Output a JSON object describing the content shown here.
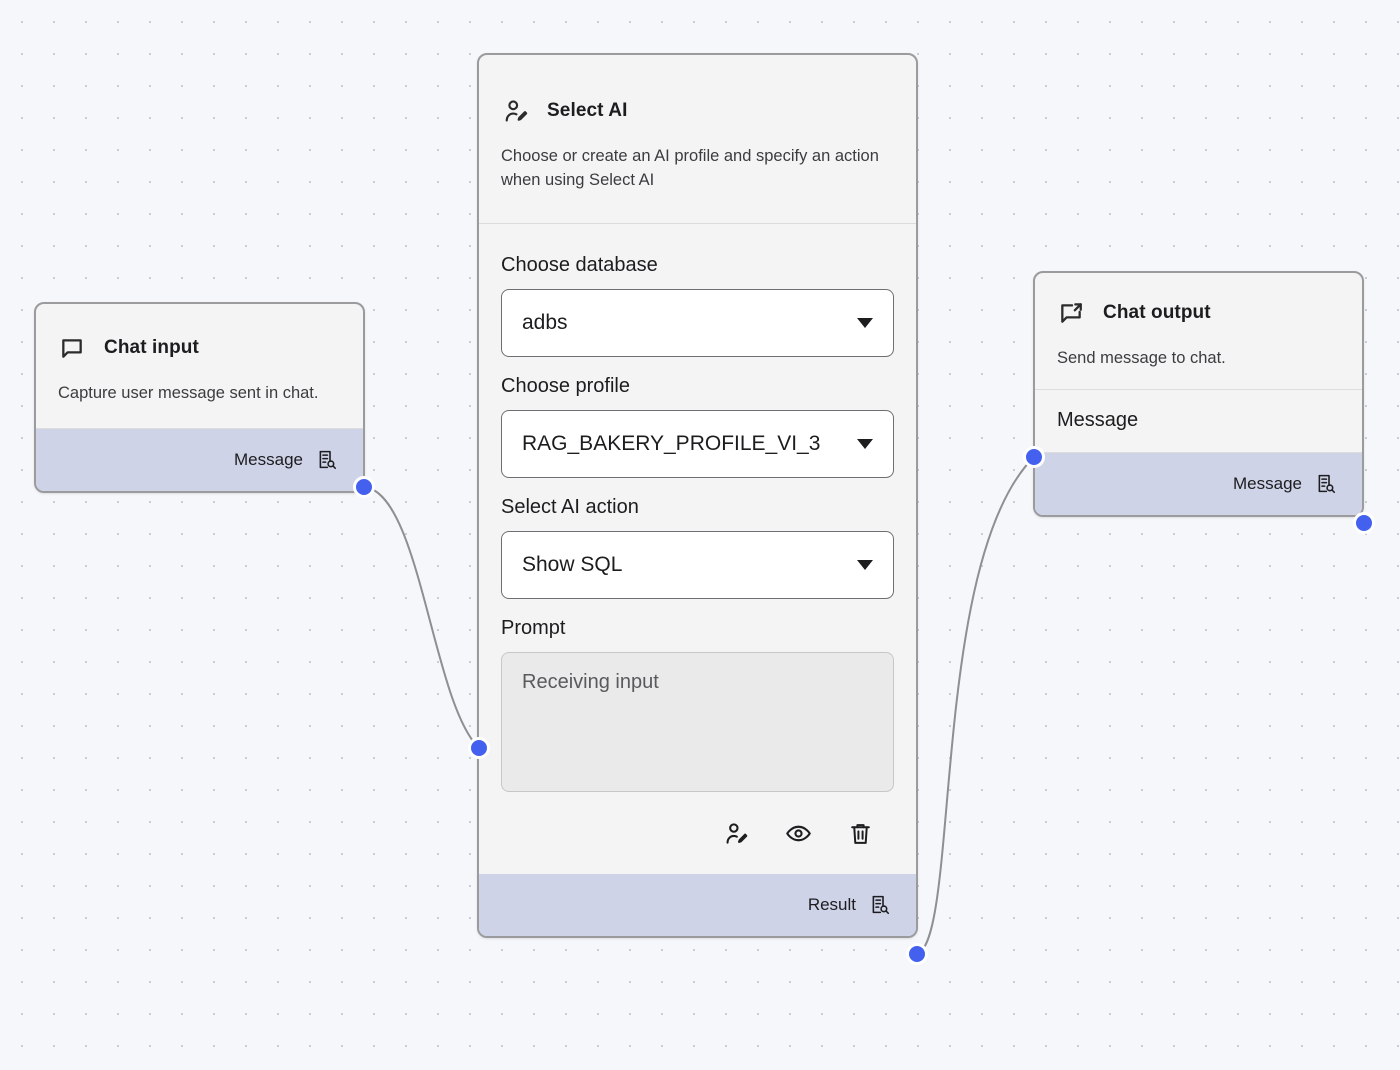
{
  "canvas": {
    "background": "#f5f7fa",
    "grid_dot_color": "#c9ccd6",
    "edge_color": "#8e8e93",
    "port_color": "#4361ee",
    "port_band_color": "#ced3e8"
  },
  "nodes": {
    "chat_input": {
      "icon": "chat-bubble-icon",
      "title": "Chat input",
      "description": "Capture user message sent in chat.",
      "output_port": {
        "label": "Message",
        "icon": "document-search-icon"
      }
    },
    "select_ai": {
      "icon": "person-edit-icon",
      "title": "Select AI",
      "description": "Choose or create an AI profile and specify an action when using Select AI",
      "fields": [
        {
          "label": "Choose database",
          "type": "select",
          "value": "adbs"
        },
        {
          "label": "Choose profile",
          "type": "select",
          "value": "RAG_BAKERY_PROFILE_VI_3"
        },
        {
          "label": "Select AI action",
          "type": "select",
          "value": "Show SQL"
        },
        {
          "label": "Prompt",
          "type": "textarea",
          "value": "",
          "placeholder": "Receiving input"
        }
      ],
      "actions": [
        {
          "icon": "person-edit-icon",
          "name": "edit-profile"
        },
        {
          "icon": "eye-icon",
          "name": "preview"
        },
        {
          "icon": "trash-icon",
          "name": "delete"
        }
      ],
      "output_port": {
        "label": "Result",
        "icon": "document-search-icon"
      }
    },
    "chat_output": {
      "icon": "chat-bubble-export-icon",
      "title": "Chat output",
      "description": "Send message to chat.",
      "input_port": {
        "label": "Message"
      },
      "output_port": {
        "label": "Message",
        "icon": "document-search-icon"
      }
    }
  },
  "edges": [
    {
      "from": "chat-input-message-out",
      "to": "select-ai-prompt-in"
    },
    {
      "from": "select-ai-result-out",
      "to": "chat-output-message-in"
    }
  ]
}
